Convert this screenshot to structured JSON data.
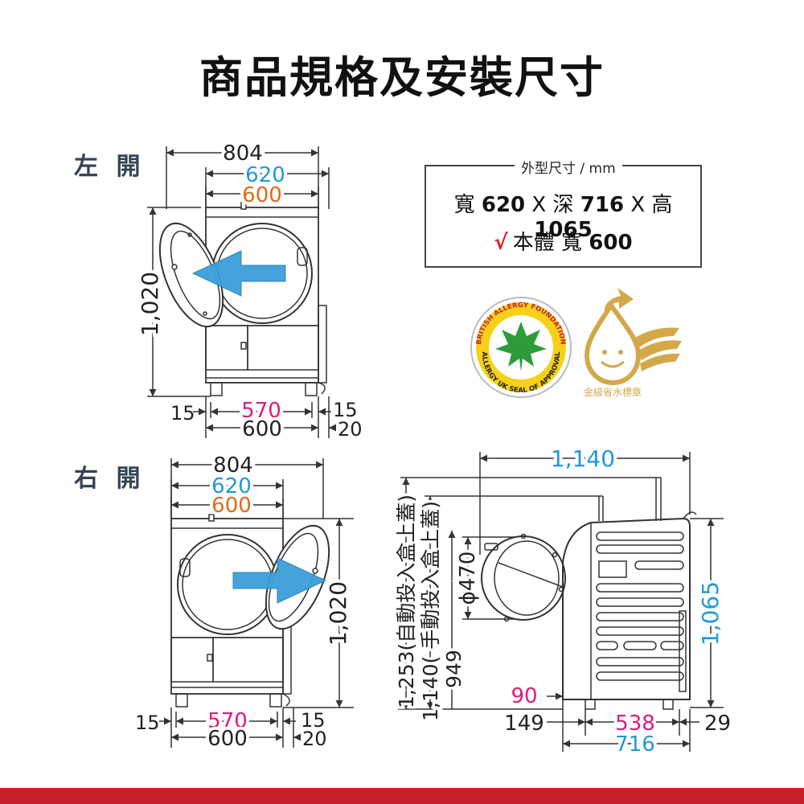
{
  "title": "商品規格及安裝尺寸",
  "left_open": {
    "label": "左 開",
    "top_widths": [
      "804",
      "620",
      "600"
    ],
    "height": "1,020",
    "bottom_left": "15",
    "bottom_570": "570",
    "bottom_600": "600",
    "bottom_right_15": "15",
    "bottom_right_20": "20"
  },
  "right_open": {
    "label": "右 開",
    "top_widths": [
      "804",
      "620",
      "600"
    ],
    "height": "1,020",
    "bottom_left": "15",
    "bottom_570": "570",
    "bottom_600": "600",
    "bottom_right_15": "15",
    "bottom_right_20": "20"
  },
  "spec": {
    "caption": "外型尺寸 / mm",
    "w_label": "寬",
    "w_value": "620",
    "x1": "X",
    "d_label": "深",
    "d_value": "716",
    "x2": "X",
    "h_label": "高",
    "h_value": "1065",
    "body_label": "本體 寬",
    "body_value": "600",
    "check": "√"
  },
  "badges": {
    "allergy_top": "BRITISH ALLERGY FOUNDATION",
    "allergy_bottom": "ALLERGY UK SEAL OF APPROVAL",
    "water_label": "金級省水標章"
  },
  "side_view": {
    "depth_total": "1,140",
    "height_total": "1,065",
    "vertical_label_auto": "1,253(自動投入盒上蓋)",
    "vertical_label_manual": "1,140( 手動投入盒上蓋)",
    "vertical_949": "949",
    "door_diameter": "ϕ470",
    "dim_90": "90",
    "dim_149": "149",
    "dim_538": "538",
    "dim_716": "716",
    "dim_29": "29"
  },
  "colors": {
    "blue_dim": "#1e9ad6",
    "orange_dim": "#e06b1a",
    "magenta_dim": "#e0197d",
    "arrow": "#3a9fd9",
    "leaf_green": "#2e9b3a",
    "badge_yellow": "#f7d117",
    "water_gold": "#d4a84a",
    "bar_red": "#c7202a"
  }
}
